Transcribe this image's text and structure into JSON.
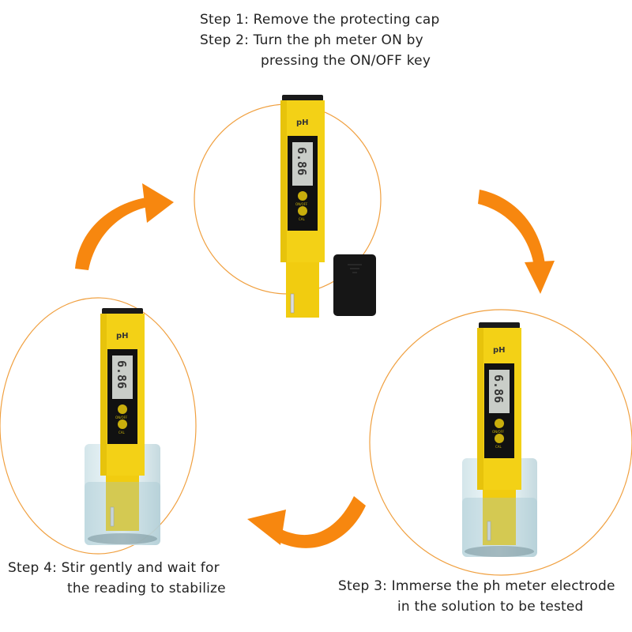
{
  "steps": [
    {
      "id": "step1",
      "line1": "Step 1: Remove the protecting cap"
    },
    {
      "id": "step2",
      "line1": "Step 2: Turn the ph meter ON by",
      "line2": "pressing the ON/OFF key"
    },
    {
      "id": "step3",
      "line1": "Step 3: Immerse the ph meter electrode",
      "line2": "in the solution to be tested"
    },
    {
      "id": "step4",
      "line1": "Step 4: Stir gently and wait for",
      "line2": "the reading to stabilize"
    }
  ],
  "meter": {
    "label": "pH",
    "reading": "6.86",
    "button1": "ON/OFF",
    "button2": "CAL"
  },
  "colors": {
    "accent": "#f7870f",
    "circle": "#f0a040",
    "body": "#f3d116",
    "cap": "#111111"
  }
}
